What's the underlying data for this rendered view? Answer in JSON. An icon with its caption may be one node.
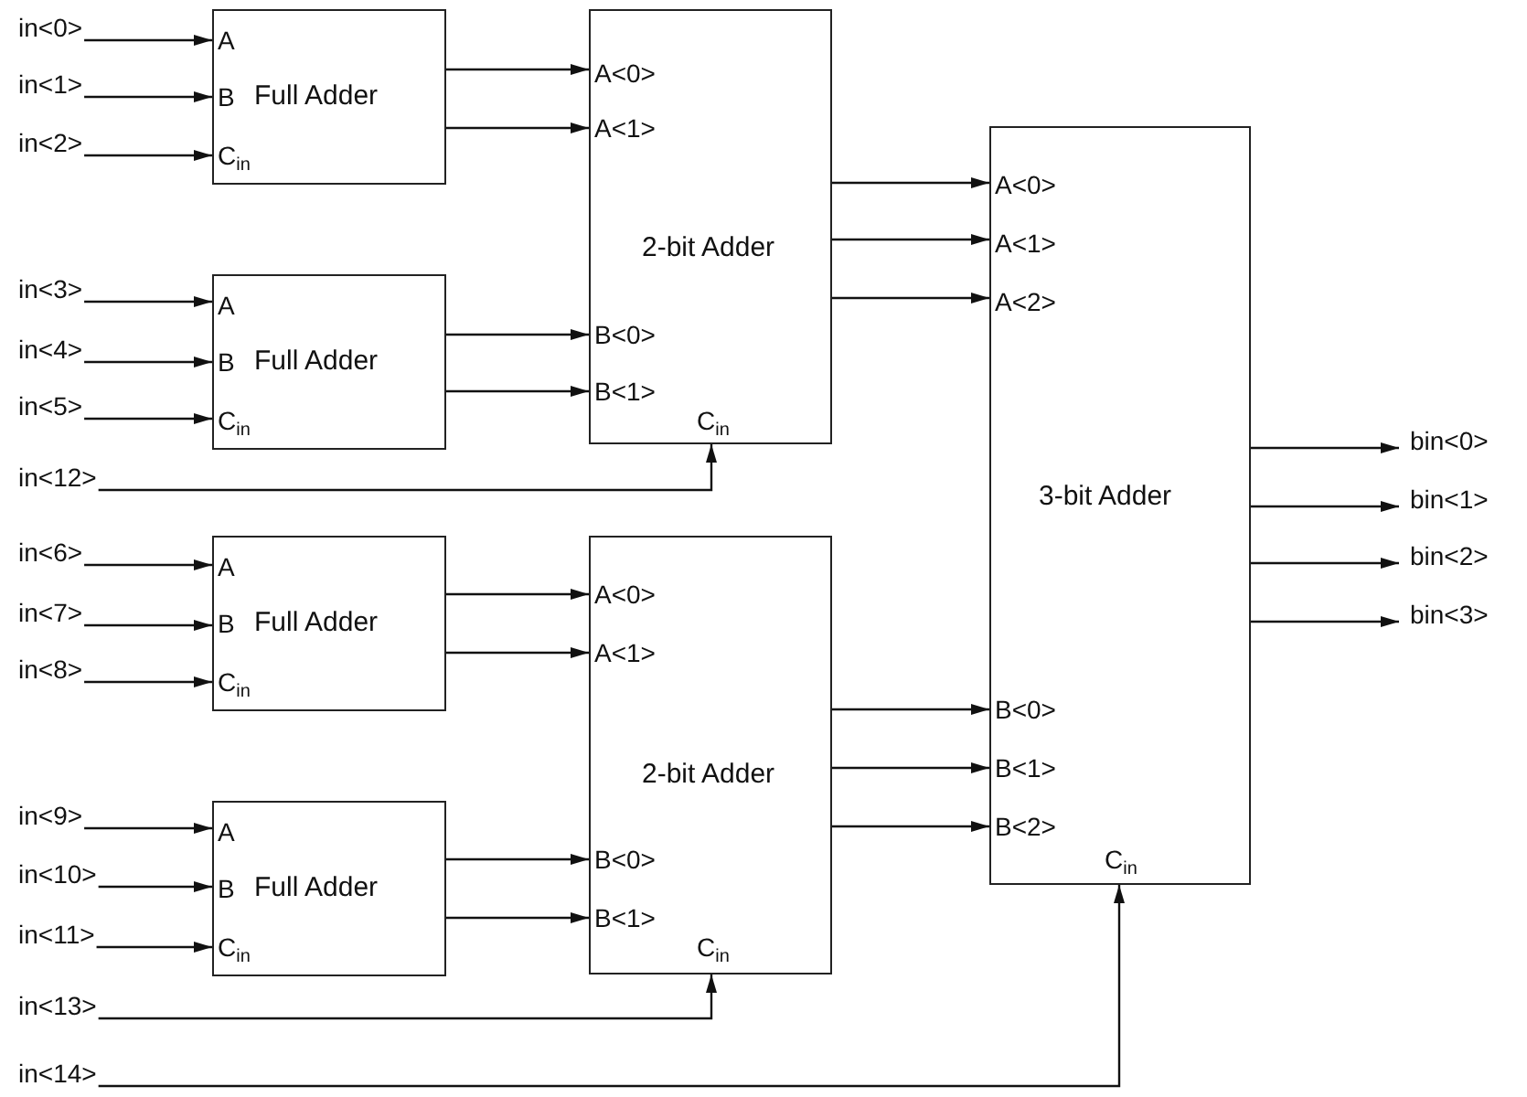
{
  "diagram": {
    "nodes": [
      {
        "text": [
          "A",
          "B",
          "Full Adder",
          "C$_{in}$"
        ]
      },
      {
        "text": [
          "A",
          "B",
          "Full Adder",
          "C$_{in}$"
        ]
      },
      {
        "text": [
          "A",
          "B",
          "Full Adder",
          "C$_{in}$"
        ]
      },
      {
        "text": [
          "A",
          "B",
          "Full Adder",
          "C$_{in}$"
        ]
      },
      {
        "text": [
          "A<0>",
          "A<1>",
          "2-bit Adder",
          "B<0>",
          "B<1>",
          "C$_{in}$"
        ]
      },
      {
        "text": [
          "A<0>",
          "A<1>",
          "2-bit Adder",
          "B<0>",
          "B<1>",
          "C$_{in}$"
        ]
      },
      {
        "text": [
          "A<0>",
          "A<1>",
          "A<2>",
          "3-bit Adder",
          "B<0>",
          "B<1>",
          "B<2>",
          "C$_{in}$"
        ]
      },
      {
        "text": [
          "in<0>"
        ]
      },
      {
        "text": [
          "in<1>"
        ]
      },
      {
        "text": [
          "in<2>"
        ]
      },
      {
        "text": [
          "in<3>"
        ]
      },
      {
        "text": [
          "in<4>"
        ]
      },
      {
        "text": [
          "in<5>"
        ]
      },
      {
        "text": [
          "in<6>"
        ]
      },
      {
        "text": [
          "in<7>"
        ]
      },
      {
        "text": [
          "in<8>"
        ]
      },
      {
        "text": [
          "in<9>"
        ]
      },
      {
        "text": [
          "in<10>"
        ]
      },
      {
        "text": [
          "in<11>"
        ]
      },
      {
        "text": [
          "in<12>"
        ]
      },
      {
        "text": [
          "in<13>"
        ]
      },
      {
        "text": [
          "in<14>"
        ]
      },
      {
        "text": [
          "bin<0>"
        ]
      },
      {
        "text": [
          "bin<1>"
        ]
      },
      {
        "text": [
          "bin<2>"
        ]
      },
      {
        "text": [
          "bin<3>"
        ]
      }
    ],
    "edges": [
      {
        "from": 7,
        "to": 0,
        "arrow": "to"
      },
      {
        "from": 8,
        "to": 0,
        "arrow": "to"
      },
      {
        "from": 9,
        "to": 0,
        "arrow": "to"
      },
      {
        "from": 10,
        "to": 1,
        "arrow": "to"
      },
      {
        "from": 11,
        "to": 1,
        "arrow": "to"
      },
      {
        "from": 12,
        "to": 1,
        "arrow": "to"
      },
      {
        "from": 13,
        "to": 2,
        "arrow": "to"
      },
      {
        "from": 14,
        "to": 2,
        "arrow": "to"
      },
      {
        "from": 15,
        "to": 2,
        "arrow": "to"
      },
      {
        "from": 16,
        "to": 3,
        "arrow": "to"
      },
      {
        "from": 17,
        "to": 3,
        "arrow": "to"
      },
      {
        "from": 18,
        "to": 3,
        "arrow": "to"
      },
      {
        "from": 0,
        "to": 4,
        "arrow": "to"
      },
      {
        "from": 0,
        "to": 4,
        "arrow": "to"
      },
      {
        "from": 1,
        "to": 4,
        "arrow": "to"
      },
      {
        "from": 1,
        "to": 4,
        "arrow": "to"
      },
      {
        "from": 19,
        "to": 4,
        "arrow": "to"
      },
      {
        "from": 2,
        "to": 5,
        "arrow": "to"
      },
      {
        "from": 2,
        "to": 5,
        "arrow": "to"
      },
      {
        "from": 3,
        "to": 5,
        "arrow": "to"
      },
      {
        "from": 3,
        "to": 5,
        "arrow": "to"
      },
      {
        "from": 20,
        "to": 5,
        "arrow": "to"
      },
      {
        "from": 4,
        "to": 6,
        "arrow": "to"
      },
      {
        "from": 4,
        "to": 6,
        "arrow": "to"
      },
      {
        "from": 4,
        "to": 6,
        "arrow": "to"
      },
      {
        "from": 5,
        "to": 6,
        "arrow": "to"
      },
      {
        "from": 5,
        "to": 6,
        "arrow": "to"
      },
      {
        "from": 5,
        "to": 6,
        "arrow": "to"
      },
      {
        "from": 21,
        "to": 6,
        "arrow": "to"
      },
      {
        "from": 6,
        "to": 22,
        "arrow": "to"
      },
      {
        "from": 6,
        "to": 23,
        "arrow": "to"
      },
      {
        "from": 6,
        "to": 24,
        "arrow": "to"
      },
      {
        "from": 6,
        "to": 25,
        "arrow": "to"
      }
    ]
  }
}
